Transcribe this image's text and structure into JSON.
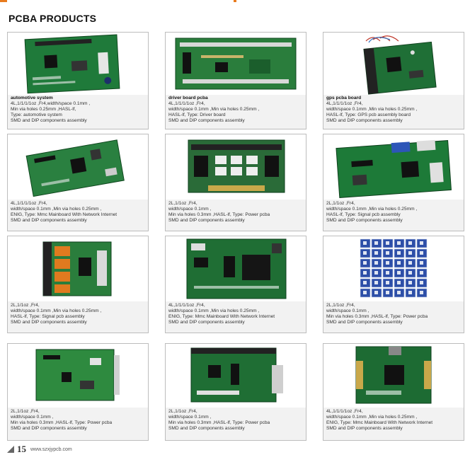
{
  "page_title": "PCBA PRODUCTS",
  "footer": {
    "page_number": "15",
    "url": "www.szxjypcb.com"
  },
  "colors": {
    "accent": "#e87b1e",
    "pcb_green": "#1f7a3a",
    "pcb_dark": "#10471f"
  },
  "products": [
    {
      "name": "automotive system",
      "lines": [
        "4L,1/1/1/1oz ,Fr4,width/space 0.1mm ,",
        "Min via holes 0.25mm ,HASL-lf,",
        "Type:  automotive system",
        "SMD and DIP components assembly"
      ]
    },
    {
      "name": "driver board pcba",
      "lines": [
        "4L,1/1/1/1oz ,Fr4,",
        "width/space 0.1mm ,Min via holes 0.25mm ,",
        "HASL-lf, Type:  Driver board",
        "SMD and DIP components assembly"
      ]
    },
    {
      "name": "gps pcba board",
      "lines": [
        "4L,1/1/1/1oz ,Fr4,",
        "width/space 0.1mm ,Min via holes 0.25mm ,",
        "HASL-lf, Type:   GPS pcb assembly board",
        "SMD and DIP components assembly"
      ]
    },
    {
      "name": "",
      "lines": [
        "4L,1/1/1/1oz ,Fr4,",
        "width/space 0.1mm ,Min via holes 0.25mm ,",
        "ENIG, Type:  Mmc Mainboard With Network Internet",
        " SMD and DIP components assembly"
      ]
    },
    {
      "name": "",
      "lines": [
        "2L,1/1oz ,Fr4,",
        "width/space 0.1mm ,",
        "Min via holes 0.3mm ,HASL-lf, Type:  Power pcba",
        "SMD and DIP components assembly"
      ]
    },
    {
      "name": "",
      "lines": [
        "2L,1/1oz ,Fr4,",
        "width/space 0.1mm ,Min via holes 0.25mm ,",
        "HASL-lf, Type:  Signal pcb assembly",
        "SMD and DIP components assembly"
      ]
    },
    {
      "name": "",
      "lines": [
        "2L,1/1oz ,Fr4,",
        "width/space 0.1mm ,Min via holes 0.25mm ,",
        "HASL-lf, Type:  Signal pcb assembly",
        "SMD and DIP components assembly"
      ]
    },
    {
      "name": "",
      "lines": [
        "4L,1/1/1/1oz ,Fr4,",
        "width/space 0.1mm ,Min via holes 0.25mm ,",
        "ENIG, Type:  Mmc Mainboard With Network Internet",
        " SMD and DIP components assembly"
      ]
    },
    {
      "name": "",
      "lines": [
        "2L,1/1oz ,Fr4,",
        "width/space 0.1mm ,",
        "Min via holes 0.3mm ,HASL-lf, Type:  Power pcba",
        "SMD and DIP components assembly"
      ]
    },
    {
      "name": "",
      "lines": [
        "2L,1/1oz ,Fr4,",
        "width/space 0.1mm ,",
        "Min via holes 0.3mm ,HASL-lf, Type:  Power pcba",
        "SMD and DIP components assembly"
      ]
    },
    {
      "name": "",
      "lines": [
        "2L,1/1oz ,Fr4,",
        "width/space 0.1mm ,",
        "Min via holes 0.3mm ,HASL-lf, Type:  Power pcba",
        "SMD and DIP components assembly"
      ]
    },
    {
      "name": "",
      "lines": [
        "4L,1/1/1/1oz ,Fr4,",
        "width/space 0.1mm ,Min via holes 0.25mm ,",
        "ENIG, Type:  Mmc Mainboard With Network Internet",
        " SMD and DIP components assembly"
      ]
    }
  ]
}
